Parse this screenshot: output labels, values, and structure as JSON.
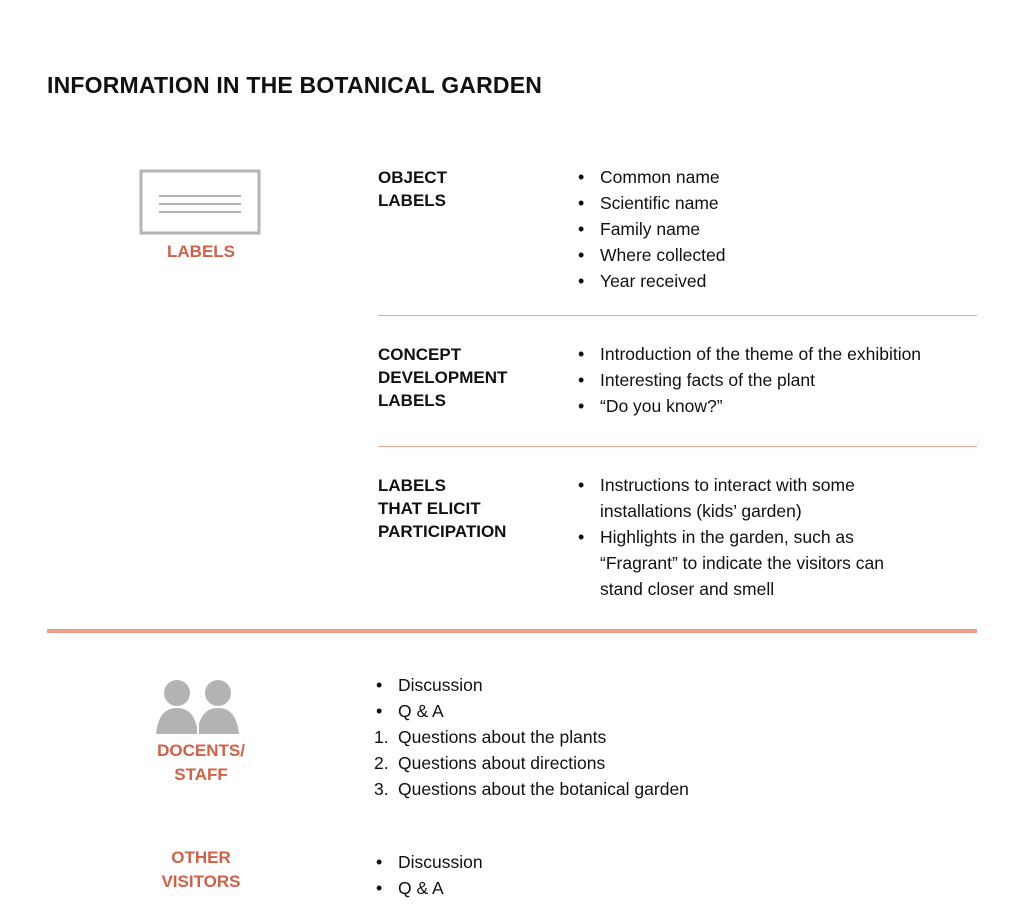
{
  "title": "INFORMATION IN THE BOTANICAL GARDEN",
  "colors": {
    "accent": "#d45f47",
    "rule": "#eb9f86",
    "icon": "#b3b3b3"
  },
  "sections": {
    "labels": {
      "icon": "label-card-icon",
      "category": "LABELS",
      "rows": [
        {
          "heading": "OBJECT\nLABELS",
          "items": [
            "Common name",
            "Scientific name",
            "Family name",
            "Where collected",
            "Year received"
          ]
        },
        {
          "heading": "CONCEPT\nDEVELOPMENT\nLABELS",
          "items": [
            "Introduction of the theme of the exhibition",
            "Interesting facts of the plant",
            "“Do you know?”"
          ]
        },
        {
          "heading": "LABELS\nTHAT ELICIT\nPARTICIPATION",
          "items": [
            "Instructions to interact with some installations (kids’ garden)",
            "Highlights in the garden, such as “Fragrant” to indicate the visitors can stand closer and smell"
          ]
        }
      ]
    },
    "docents": {
      "icon": "people-icon",
      "category": "DOCENTS/\nSTAFF",
      "bullets": [
        "Discussion",
        "Q & A"
      ],
      "numbered": [
        {
          "num": "1.",
          "text": "Questions about the plants"
        },
        {
          "num": "2.",
          "text": "Questions about directions"
        },
        {
          "num": "3.",
          "text": "Questions about the botanical garden"
        }
      ]
    },
    "visitors": {
      "category": "OTHER\nVISITORS",
      "bullets": [
        "Discussion",
        "Q & A"
      ]
    }
  }
}
